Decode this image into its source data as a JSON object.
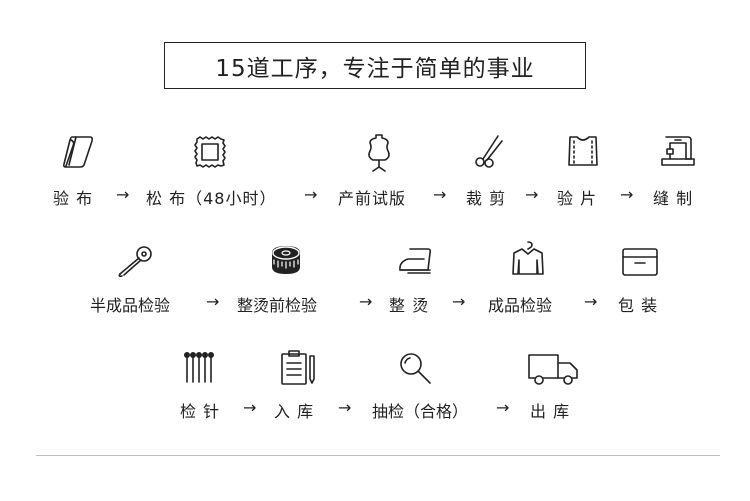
{
  "title": "15道工序，专注于简单的事业",
  "arrow": "→",
  "row1": [
    "验 布",
    "松 布（48小时）",
    "产前试版",
    "裁 剪",
    "验 片",
    "缝 制"
  ],
  "row2": [
    "半成品检验",
    "整烫前检验",
    "整 烫",
    "成品检验",
    "包 装"
  ],
  "row3": [
    "检 针",
    "入 库",
    "抽检（合格）",
    "出 库"
  ],
  "icons": {
    "fabric_check": "fabric-roll-icon",
    "fabric_relax": "fabric-swatch-icon",
    "sample": "dress-form-icon",
    "cutting": "scissors-icon",
    "piece_check": "garment-piece-icon",
    "sewing": "sewing-machine-icon",
    "semi_check": "safety-pin-icon",
    "pre_iron_check": "tape-measure-icon",
    "ironing": "iron-icon",
    "final_check": "shirt-hanger-icon",
    "packing": "box-icon",
    "needle_check": "pins-icon",
    "warehousing": "clipboard-icon",
    "sampling": "magnifier-icon",
    "shipping": "truck-icon"
  }
}
